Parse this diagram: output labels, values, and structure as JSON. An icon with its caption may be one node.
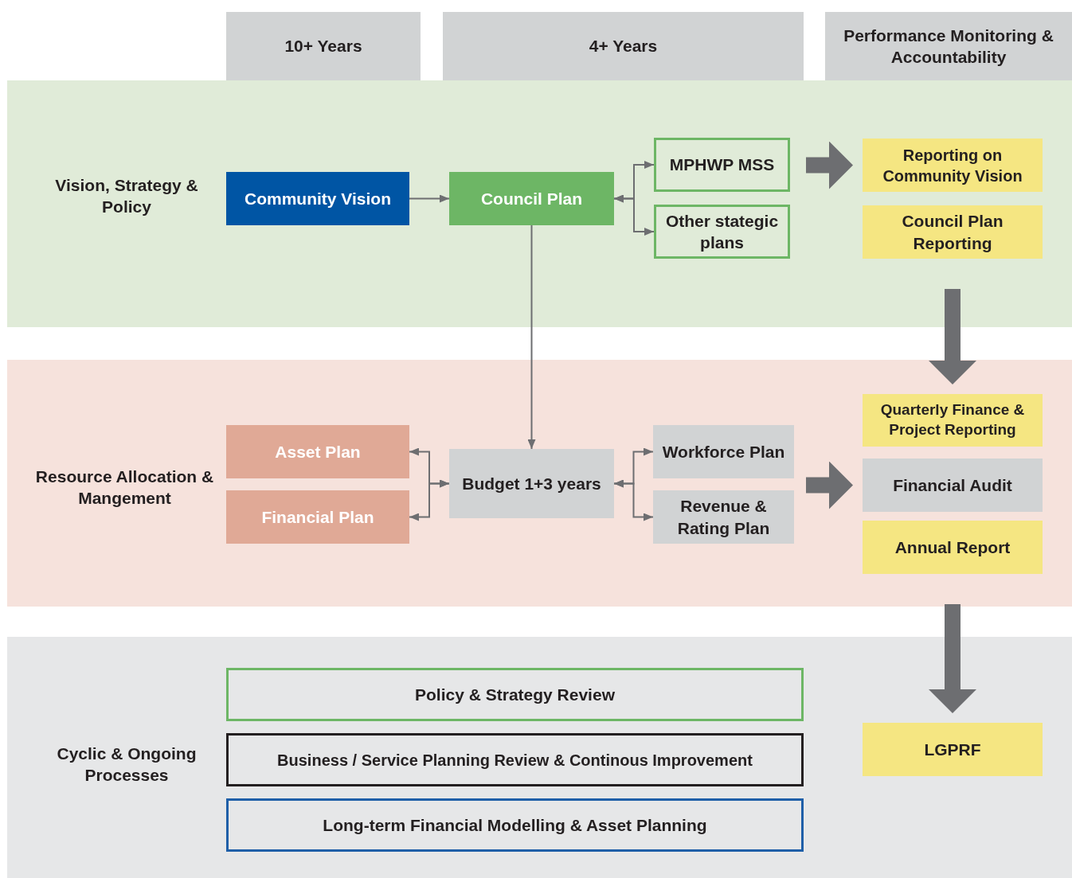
{
  "diagram": {
    "nodes": [
      {
        "text": [
          "10+ Years"
        ]
      },
      {
        "text": [
          "4+ Years"
        ]
      },
      {
        "text": [
          "Performance Monitoring & Accountability"
        ]
      },
      {
        "text": [
          "Vision, Strategy & Policy"
        ]
      },
      {
        "text": [
          "Community Vision"
        ],
        "in": 3
      },
      {
        "text": [
          "Council Plan"
        ],
        "in": 3
      },
      {
        "text": [
          "MPHWP MSS"
        ],
        "in": 3
      },
      {
        "text": [
          "Other stategic plans"
        ],
        "in": 3
      },
      {
        "text": [
          "Reporting on Community Vision"
        ],
        "in": 3
      },
      {
        "text": [
          "Council Plan Reporting"
        ],
        "in": 3
      },
      {
        "text": [
          "Resource Allocation & Mangement"
        ]
      },
      {
        "text": [
          "Asset Plan"
        ],
        "in": 10
      },
      {
        "text": [
          "Financial Plan"
        ],
        "in": 10
      },
      {
        "text": [
          "Budget 1+3 years"
        ],
        "in": 10
      },
      {
        "text": [
          "Workforce Plan"
        ],
        "in": 10
      },
      {
        "text": [
          "Revenue & Rating Plan"
        ],
        "in": 10
      },
      {
        "text": [
          "Quarterly Finance & Project Reporting"
        ],
        "in": 10
      },
      {
        "text": [
          "Financial Audit"
        ],
        "in": 10
      },
      {
        "text": [
          "Annual Report"
        ],
        "in": 10
      },
      {
        "text": [
          "Cyclic & Ongoing Processes"
        ]
      },
      {
        "text": [
          "Policy & Strategy Review"
        ],
        "in": 19
      },
      {
        "text": [
          "Business / Service Planning Review & Continous Improvement"
        ],
        "in": 19
      },
      {
        "text": [
          "Long-term Financial Modelling & Asset Planning"
        ],
        "in": 19
      },
      {
        "text": [
          "LGPRF"
        ],
        "in": 19
      }
    ],
    "edges": [
      {
        "from": 4,
        "to": 5,
        "arrow": "to"
      },
      {
        "from": 5,
        "to": 6,
        "arrow": "both"
      },
      {
        "from": 5,
        "to": 7,
        "arrow": "both"
      },
      {
        "from": 5,
        "to": 13,
        "arrow": "to"
      },
      {
        "from": null,
        "to": 8,
        "arrow": "to",
        "style": "thick"
      },
      {
        "from": 9,
        "to": 16,
        "arrow": "to",
        "style": "thick"
      },
      {
        "from": 13,
        "to": 11,
        "arrow": "both"
      },
      {
        "from": 13,
        "to": 12,
        "arrow": "both"
      },
      {
        "from": 13,
        "to": 14,
        "arrow": "both"
      },
      {
        "from": 13,
        "to": 15,
        "arrow": "both"
      },
      {
        "from": null,
        "to": 17,
        "arrow": "to",
        "style": "thick"
      },
      {
        "from": 18,
        "to": 23,
        "arrow": "to",
        "style": "thick"
      }
    ]
  }
}
